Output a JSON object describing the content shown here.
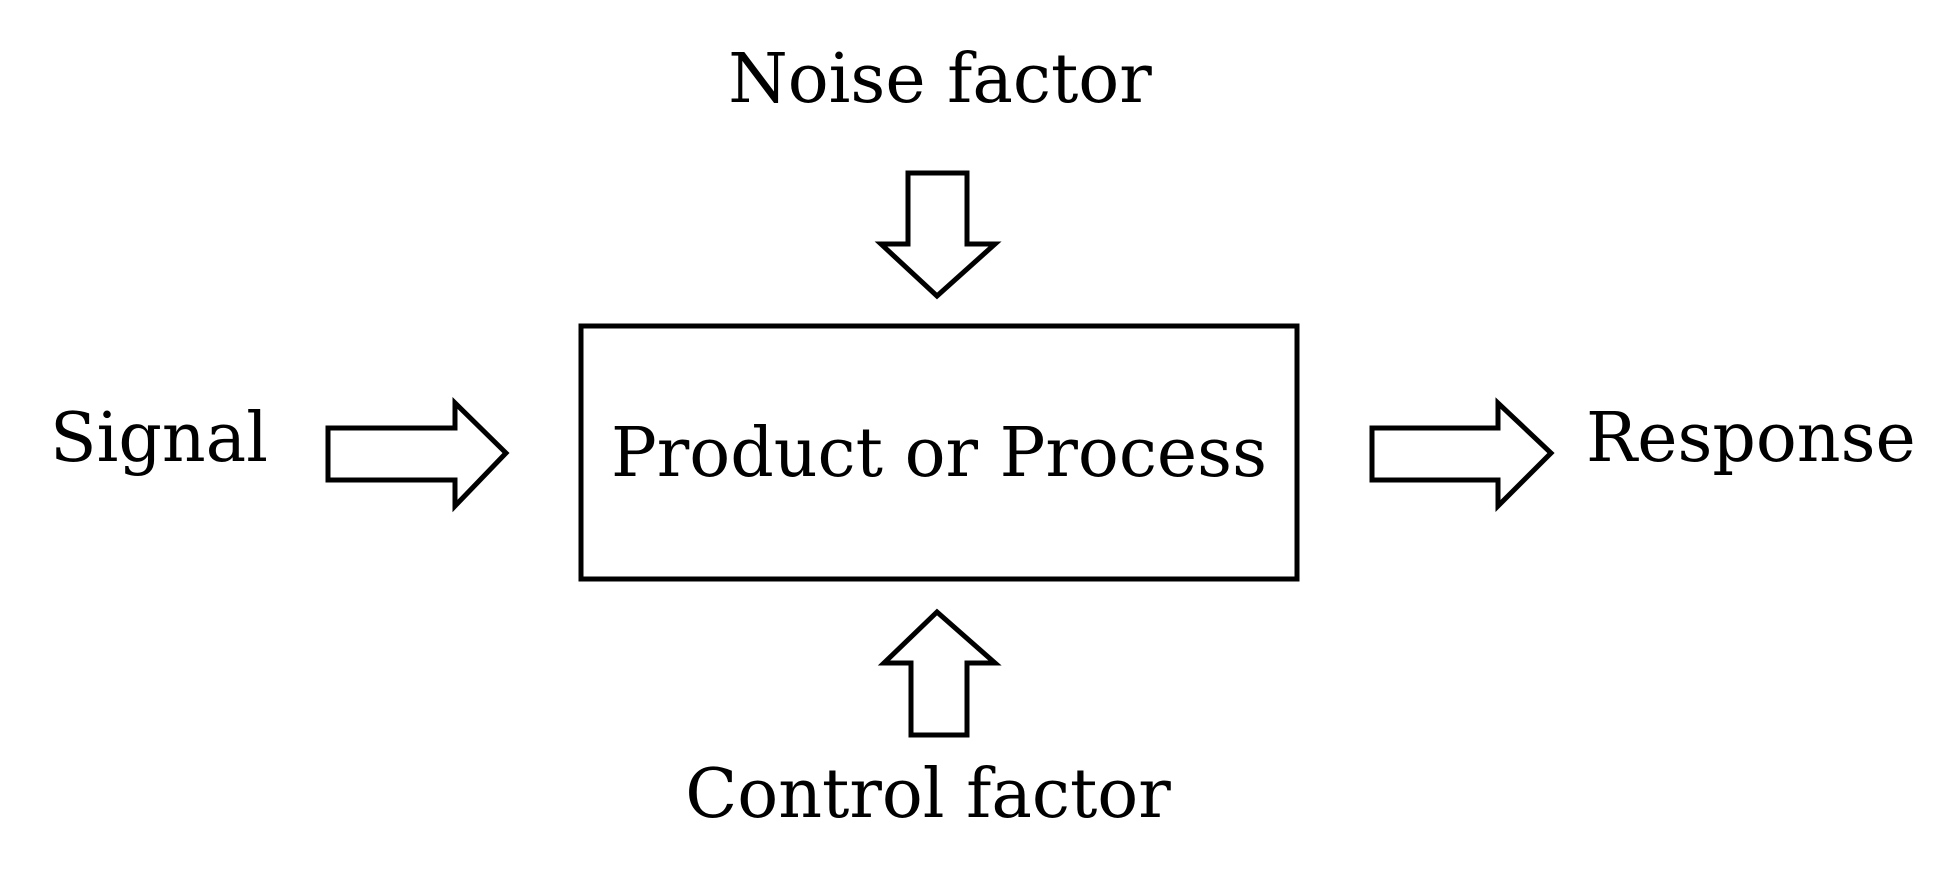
{
  "diagram": {
    "noise_label": "Noise factor",
    "signal_label": "Signal",
    "process_label": "Product or Process",
    "response_label": "Response",
    "control_label": "Control factor"
  },
  "colors": {
    "stroke": "#000000",
    "background": "#ffffff"
  }
}
